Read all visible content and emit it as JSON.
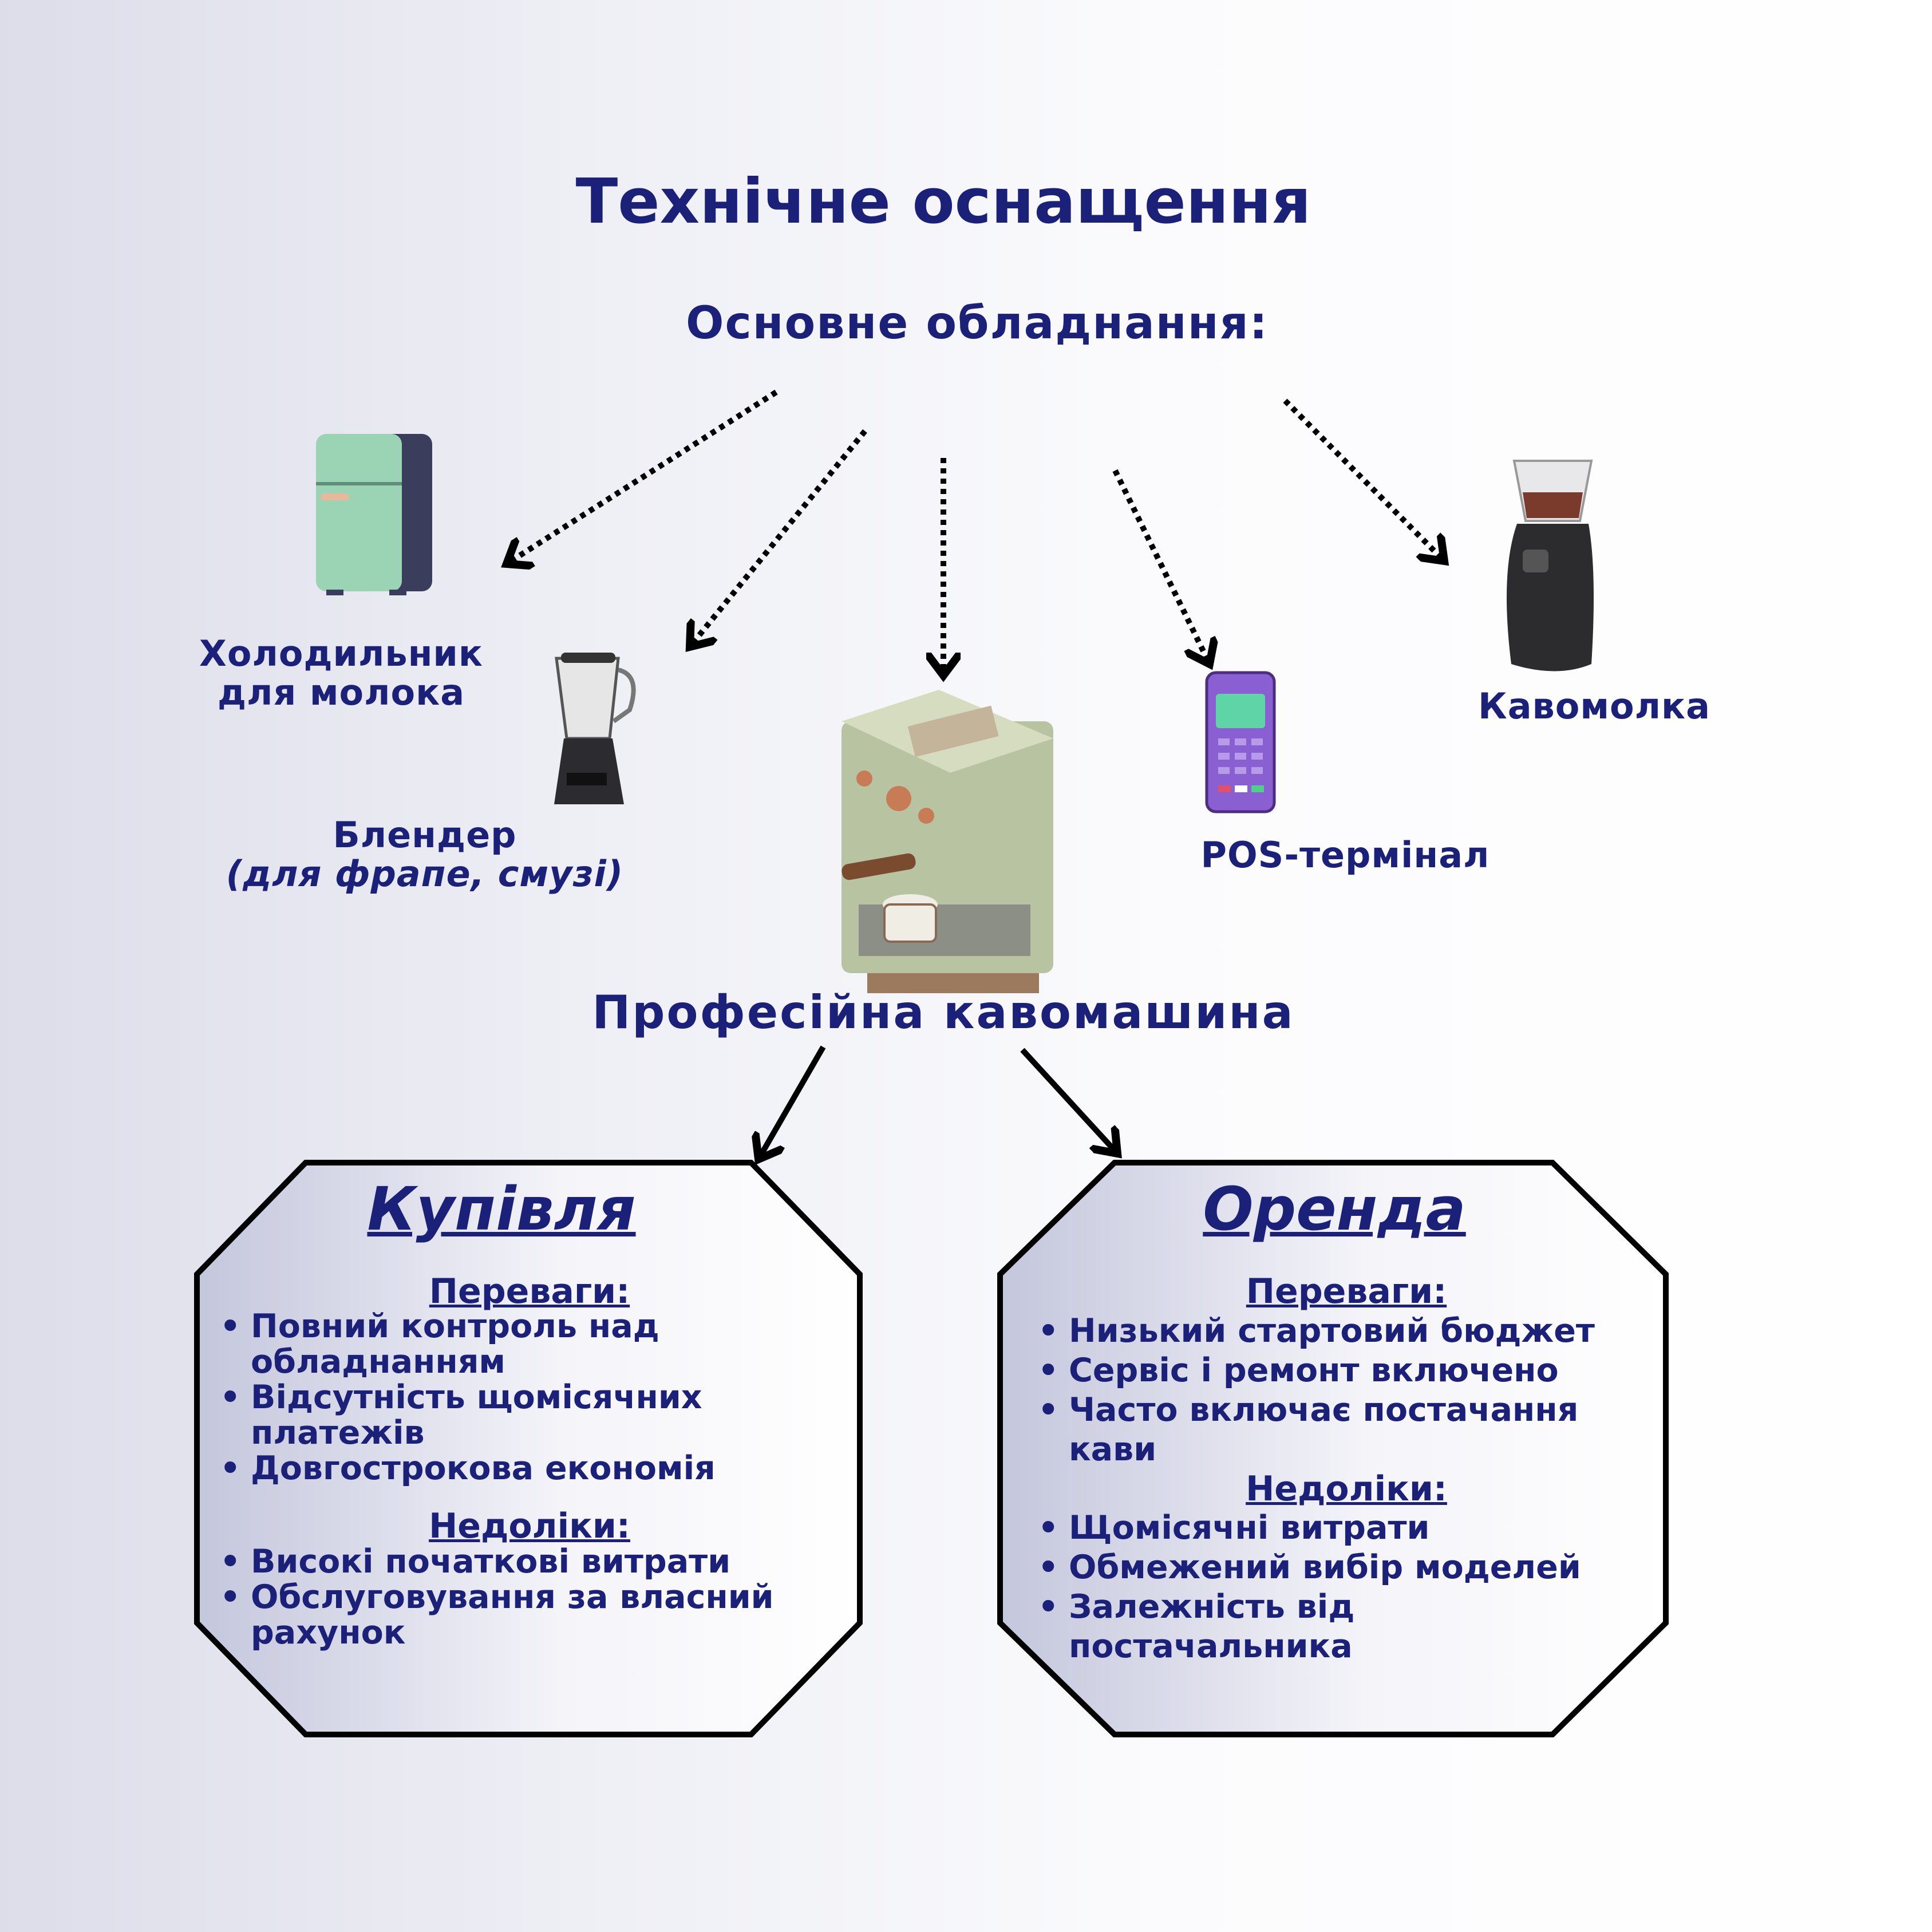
{
  "title": "Технічне оснащення",
  "subtitle": "Основне обладнання:",
  "equipment": {
    "fridge": {
      "line1": "Холодильник",
      "line2": "для молока",
      "icon": "fridge-icon"
    },
    "blender": {
      "line1": "Блендер",
      "line2": "(для фрапе, смузі)",
      "icon": "blender-icon"
    },
    "coffee_machine": {
      "label": "Професійна  кавомашина",
      "icon": "coffee-machine-icon"
    },
    "pos": {
      "label": "POS-термінал",
      "icon": "pos-terminal-icon"
    },
    "grinder": {
      "label": "Кавомолка",
      "icon": "coffee-grinder-icon"
    }
  },
  "purchase": {
    "title": "Купівля",
    "pros_label": "Переваги:",
    "pros": [
      "Повний контроль над обладнанням",
      "Відсутність щомісячних платежів",
      "Довгострокова економія"
    ],
    "cons_label": "Недоліки:",
    "cons": [
      "Високі початкові витрати",
      "Обслуговування за власний рахунок"
    ]
  },
  "rent": {
    "title": "Оренда",
    "pros_label": "Переваги:",
    "pros": [
      "Низький стартовий бюджет",
      "Сервіс і ремонт включено",
      "Часто включає постачання кави"
    ],
    "cons_label": "Недоліки:",
    "cons": [
      "Щомісячні витрати",
      "Обмежений вибір моделей",
      "Залежність від постачальника"
    ]
  },
  "colors": {
    "text": "#1b2179",
    "stroke": "#000000"
  }
}
